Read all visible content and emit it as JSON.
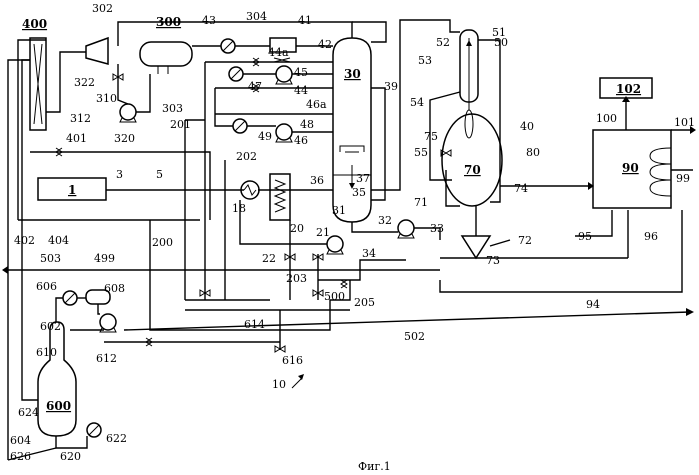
{
  "figure": {
    "caption": "Фиг.1",
    "unit_labels": {
      "u1": "1",
      "u30": "30",
      "u70": "70",
      "u90": "90",
      "u102": "102",
      "u300": "300",
      "u400": "400",
      "u600": "600"
    },
    "labels": {
      "l3": "3",
      "l5": "5",
      "l10": "10",
      "l18": "18",
      "l20": "20",
      "l21": "21",
      "l22": "22",
      "l31": "31",
      "l32": "32",
      "l33": "33",
      "l34": "34",
      "l35": "35",
      "l36": "36",
      "l37": "37",
      "l39": "39",
      "l40": "40",
      "l41": "41",
      "l42": "42",
      "l43": "43",
      "l44": "44",
      "l44a": "44a",
      "l45": "45",
      "l46": "46",
      "l46a": "46a",
      "l47": "47",
      "l48": "48",
      "l49": "49",
      "l50": "50",
      "l51": "51",
      "l52": "52",
      "l53": "53",
      "l54": "54",
      "l55": "55",
      "l71": "71",
      "l72": "72",
      "l73": "73",
      "l74": "74",
      "l75": "75",
      "l80": "80",
      "l94": "94",
      "l95": "95",
      "l96": "96",
      "l99": "99",
      "l100": "100",
      "l101": "101",
      "l200": "200",
      "l201": "201",
      "l202": "202",
      "l203": "203",
      "l205": "205",
      "l302": "302",
      "l303": "303",
      "l304": "304",
      "l310": "310",
      "l312": "312",
      "l320": "320",
      "l322": "322",
      "l401": "401",
      "l402": "402",
      "l404": "404",
      "l499": "499",
      "l500": "500",
      "l502": "502",
      "l503": "503",
      "l602": "602",
      "l604": "604",
      "l606": "606",
      "l608": "608",
      "l610": "610",
      "l612": "612",
      "l614": "614",
      "l616": "616",
      "l620": "620",
      "l622": "622",
      "l624": "624",
      "l626": "626"
    }
  }
}
